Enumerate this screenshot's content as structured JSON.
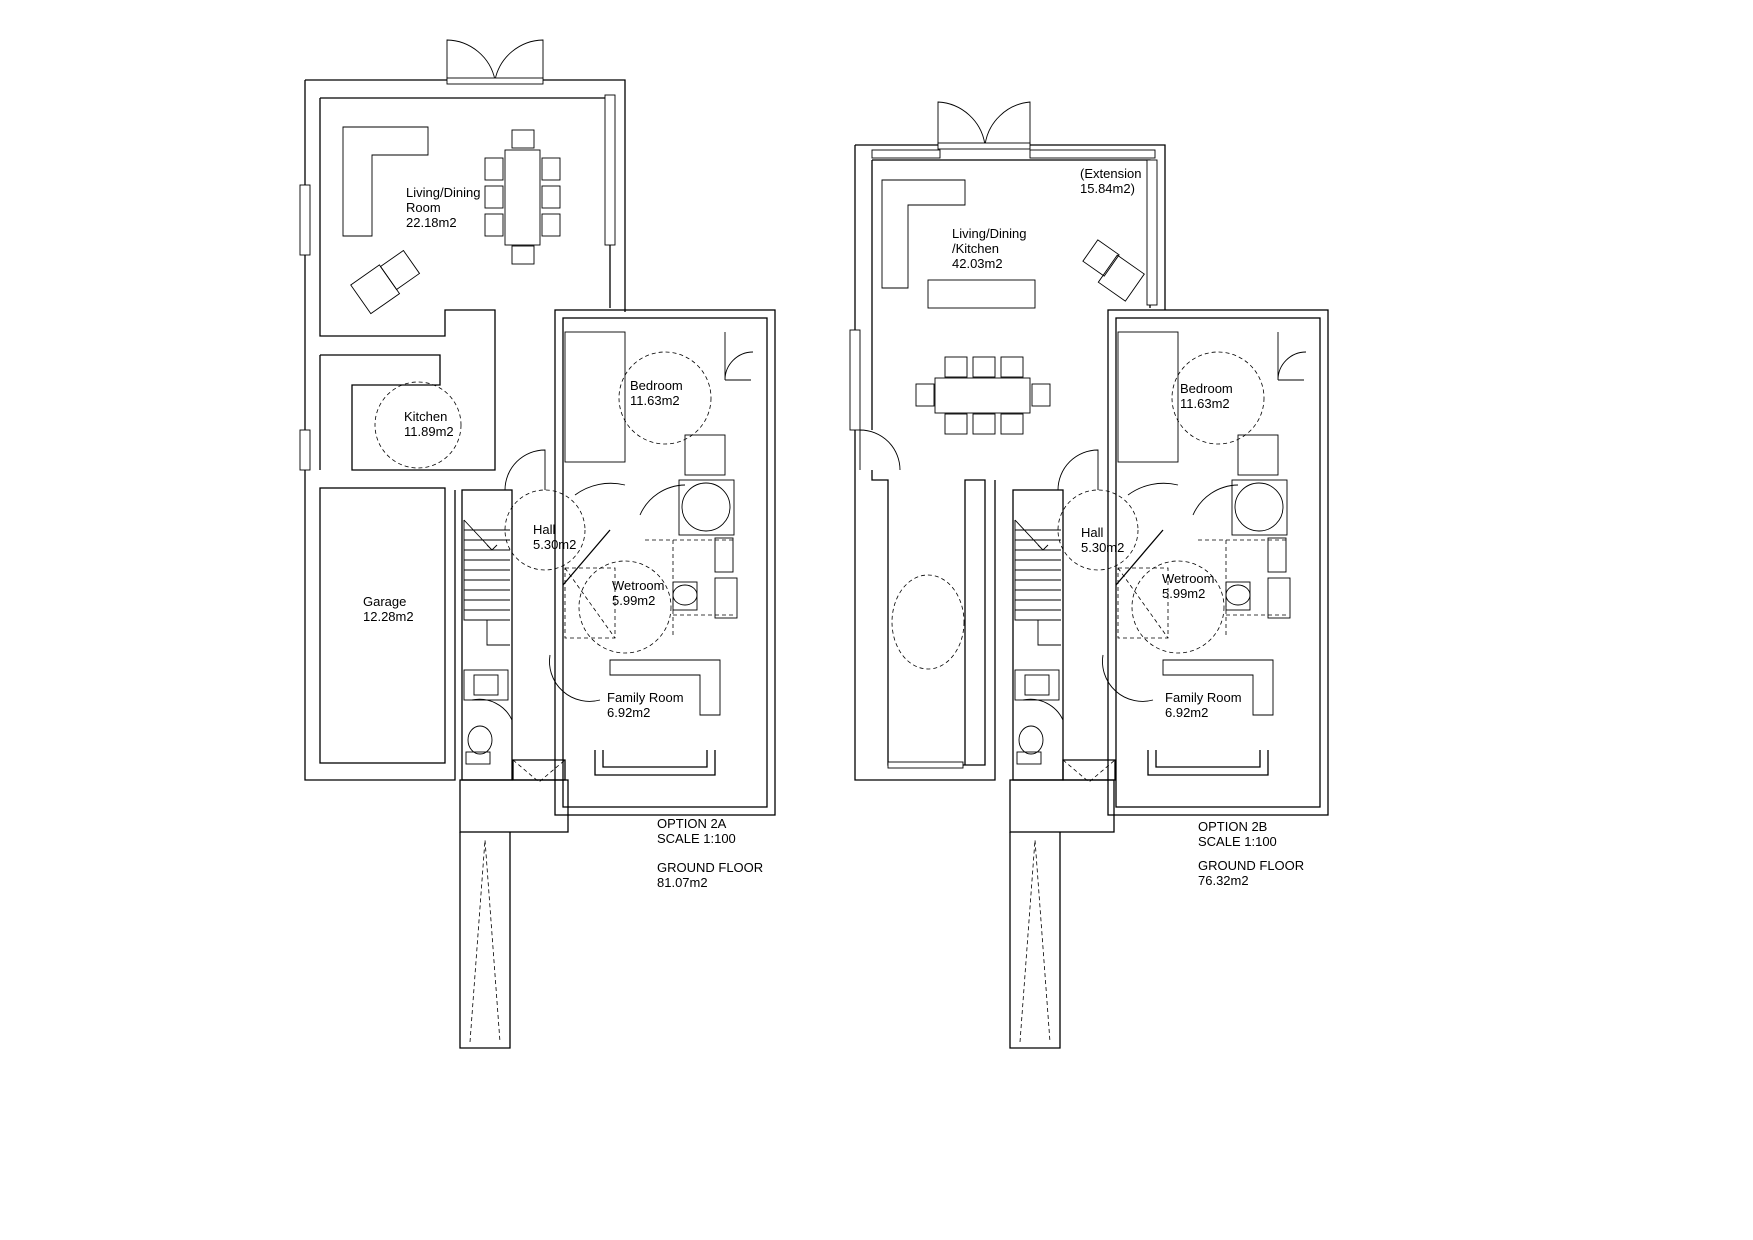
{
  "option_2a": {
    "rooms": {
      "living_name_1": "Living/Dining",
      "living_name_2": "Room",
      "living_area": "22.18m2",
      "kitchen_name": "Kitchen",
      "kitchen_area": "11.89m2",
      "bedroom_name": "Bedroom",
      "bedroom_area": "11.63m2",
      "hall_name": "Hall",
      "hall_area": "5.30m2",
      "wetroom_name": "Wetroom",
      "wetroom_area": "5.99m2",
      "garage_name": "Garage",
      "garage_area": "12.28m2",
      "family_name": "Family Room",
      "family_area": "6.92m2"
    },
    "caption": {
      "option": "OPTION 2A",
      "scale": "SCALE 1:100",
      "floor": "GROUND FLOOR",
      "total": "81.07m2"
    }
  },
  "option_2b": {
    "rooms": {
      "extension_1": "(Extension",
      "extension_2": "15.84m2)",
      "living_name_1": "Living/Dining",
      "living_name_2": "/Kitchen",
      "living_area": "42.03m2",
      "bedroom_name": "Bedroom",
      "bedroom_area": "11.63m2",
      "hall_name": "Hall",
      "hall_area": "5.30m2",
      "wetroom_name": "Wetroom",
      "wetroom_area": "5.99m2",
      "family_name": "Family Room",
      "family_area": "6.92m2"
    },
    "caption": {
      "option": "OPTION 2B",
      "scale": "SCALE 1:100",
      "floor": "GROUND FLOOR",
      "total": "76.32m2"
    }
  }
}
